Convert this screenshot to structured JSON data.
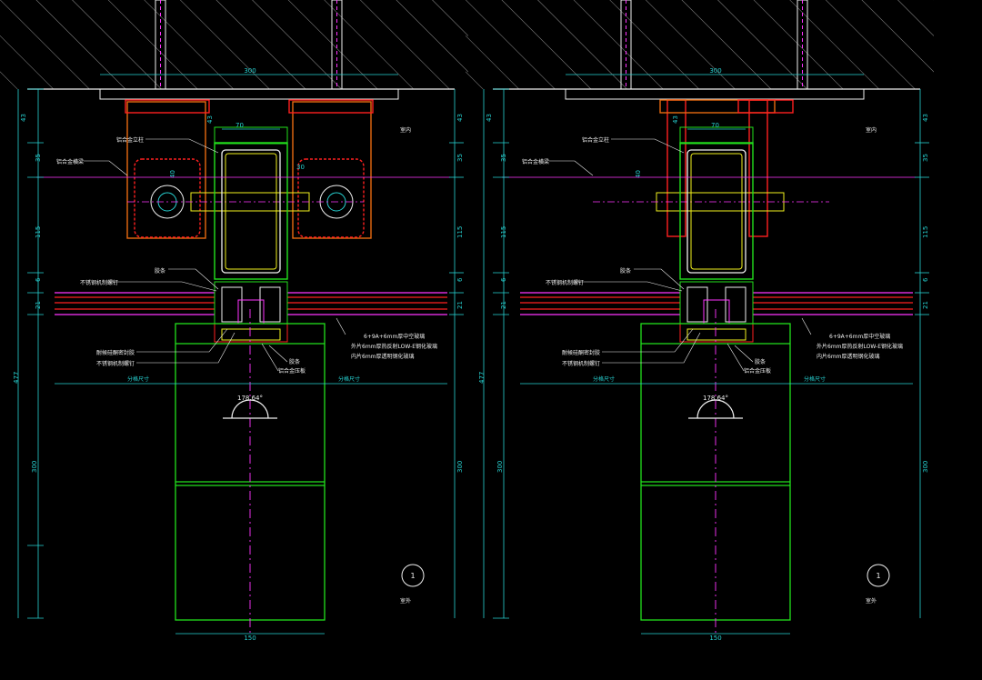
{
  "drawing": {
    "background": "#000000",
    "colors": {
      "green": "#22e01c",
      "cyan": "#27d3d3",
      "red": "#ff2020",
      "magenta": "#ff34ff",
      "white": "#f0f0f0",
      "yellow": "#f2f21e",
      "orange": "#e86a10",
      "blue": "#3a55ff"
    },
    "panels": [
      {
        "id": "left",
        "dims": {
          "top_width": "300",
          "profile_width": "70",
          "d43": "43",
          "d35": "35",
          "d115": "115",
          "d6": "6",
          "d21": "21",
          "d477": "477",
          "d300": "300",
          "d40": "40",
          "d30": "30",
          "bottom_width": "150",
          "angle": "178.64°"
        },
        "labels": {
          "indoor": "室内",
          "outdoor": "室外",
          "mullion": "铝合金立柱",
          "steel_tube": "铝合金横梁",
          "bolt": "不锈钢机制螺钉",
          "glue": "胶条",
          "glass1": "6+9A+6mm厚中空玻璃",
          "glass2": "外片6mm厚热反射LOW-E钢化玻璃",
          "glass3": "内片6mm厚透明钢化玻璃",
          "left1": "耐候硅酮密封胶",
          "left2": "不锈钢机制螺钉",
          "seal": "胶条",
          "cover": "铝合金压板",
          "span_left": "分格尺寸",
          "span_right": "分格尺寸",
          "detail_no": "1"
        }
      },
      {
        "id": "right",
        "dims": {
          "top_width": "300",
          "profile_width": "70",
          "d43": "43",
          "d35": "35",
          "d115": "115",
          "d6": "6",
          "d21": "21",
          "d477": "477",
          "d300": "300",
          "d40": "40",
          "d30": "",
          "bottom_width": "150",
          "angle": "178.64°"
        },
        "labels": {
          "indoor": "室内",
          "outdoor": "室外",
          "mullion": "铝合金立柱",
          "steel_tube": "铝合金横梁",
          "bolt": "不锈钢机制螺钉",
          "glue": "胶条",
          "glass1": "6+9A+6mm厚中空玻璃",
          "glass2": "外片6mm厚热反射LOW-E钢化玻璃",
          "glass3": "内片6mm厚透明钢化玻璃",
          "left1": "耐候硅酮密封胶",
          "left2": "不锈钢机制螺钉",
          "seal": "胶条",
          "cover": "铝合金压板",
          "span_left": "分格尺寸",
          "span_right": "分格尺寸",
          "detail_no": "1"
        }
      }
    ]
  }
}
